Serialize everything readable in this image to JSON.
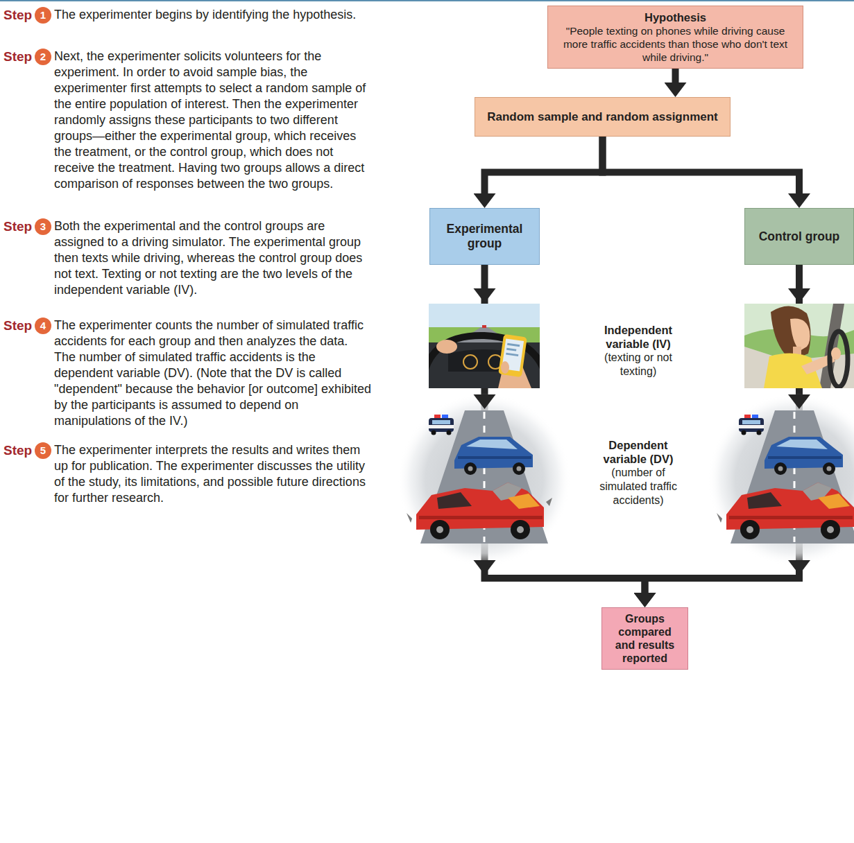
{
  "diagram": {
    "nodes": [
      {
        "text": [
          "Hypothesis",
          "\"People texting on phones while driving cause more traffic accidents than those who don't text while driving.\""
        ]
      },
      {
        "text": [
          "Random sample and random assignment"
        ]
      },
      {
        "text": [
          "Experimental group"
        ]
      },
      {
        "text": [
          "Control group"
        ]
      },
      {
        "text": [
          "Groups compared and results reported"
        ]
      }
    ],
    "edges": [
      {
        "from": 0,
        "to": 1,
        "arrow": "to"
      },
      {
        "from": 1,
        "to": 2,
        "arrow": "to"
      },
      {
        "from": 1,
        "to": 3,
        "arrow": "to"
      },
      {
        "from": 2,
        "to": 4,
        "arrow": "to"
      },
      {
        "from": 3,
        "to": 4,
        "arrow": "to"
      }
    ],
    "labels": [
      "Step",
      "1",
      "The experimenter begins by identifying the hypothesis.",
      "Step",
      "2",
      "Next, the experimenter solicits volunteers for the experiment. In order to avoid sample bias, the experimenter first attempts to select a random sample of the entire population of interest. Then the experimenter randomly assigns these participants to two different groups—either the experimental group, which receives the treatment, or the control group, which does not receive the treatment. Having two groups allows a direct comparison of responses between the two groups.",
      "Step",
      "3",
      "Both the experimental and the control groups are assigned to a driving simulator. The experimental group then texts while driving, whereas the control group does not text. Texting or not texting are the two levels of the independent variable (IV).",
      "Step",
      "4",
      "The experimenter counts the number of simulated traffic accidents for each group and then analyzes the data. The number of simulated traffic accidents is the dependent variable (DV). (Note that the DV is called \"dependent\" because the behavior [or outcome] exhibited by the participants is assumed to depend on manipulations of the IV.)",
      "Step",
      "5",
      "The experimenter interprets the results and writes them up for publication. The experimenter discusses the utility of the study, its limitations, and possible future directions for further research.",
      "Independent variable (IV)",
      "(texting or not texting)",
      "Dependent variable (DV)",
      "(number of simulated traffic accidents)"
    ]
  }
}
